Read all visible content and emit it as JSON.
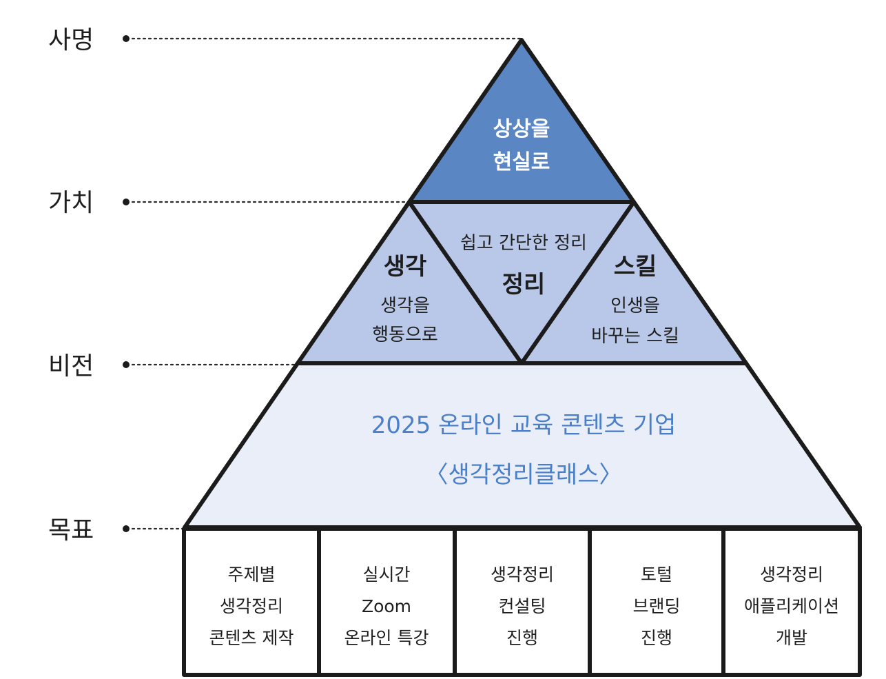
{
  "levels": {
    "mission": "사명",
    "value": "가치",
    "vision": "비전",
    "goal": "목표"
  },
  "top": {
    "line1": "상상을",
    "line2": "현실로"
  },
  "middle": {
    "left_title": "생각",
    "left_sub1": "생각을",
    "left_sub2": "행동으로",
    "center_sub": "쉽고 간단한 정리",
    "center_title": "정리",
    "right_title": "스킬",
    "right_sub1": "인생을",
    "right_sub2": "바꾸는 스킬"
  },
  "vision": {
    "line1": "2025 온라인 교육 콘텐츠 기업",
    "line2": "〈생각정리클래스〉"
  },
  "goals": [
    {
      "l1": "주제별",
      "l2": "생각정리",
      "l3": "콘텐츠 제작"
    },
    {
      "l1": "실시간",
      "l2": "Zoom",
      "l3": "온라인 특강"
    },
    {
      "l1": "생각정리",
      "l2": "컨설팅",
      "l3": "진행"
    },
    {
      "l1": "토털",
      "l2": "브랜딩",
      "l3": "진행"
    },
    {
      "l1": "생각정리",
      "l2": "애플리케이션",
      "l3": "개발"
    }
  ],
  "colors": {
    "top_fill": "#5a86c4",
    "middle_fill": "#b9c8e8",
    "base_fill": "#eaeef8",
    "outline": "#1b1b1b",
    "vision_text": "#4a7fc9"
  }
}
